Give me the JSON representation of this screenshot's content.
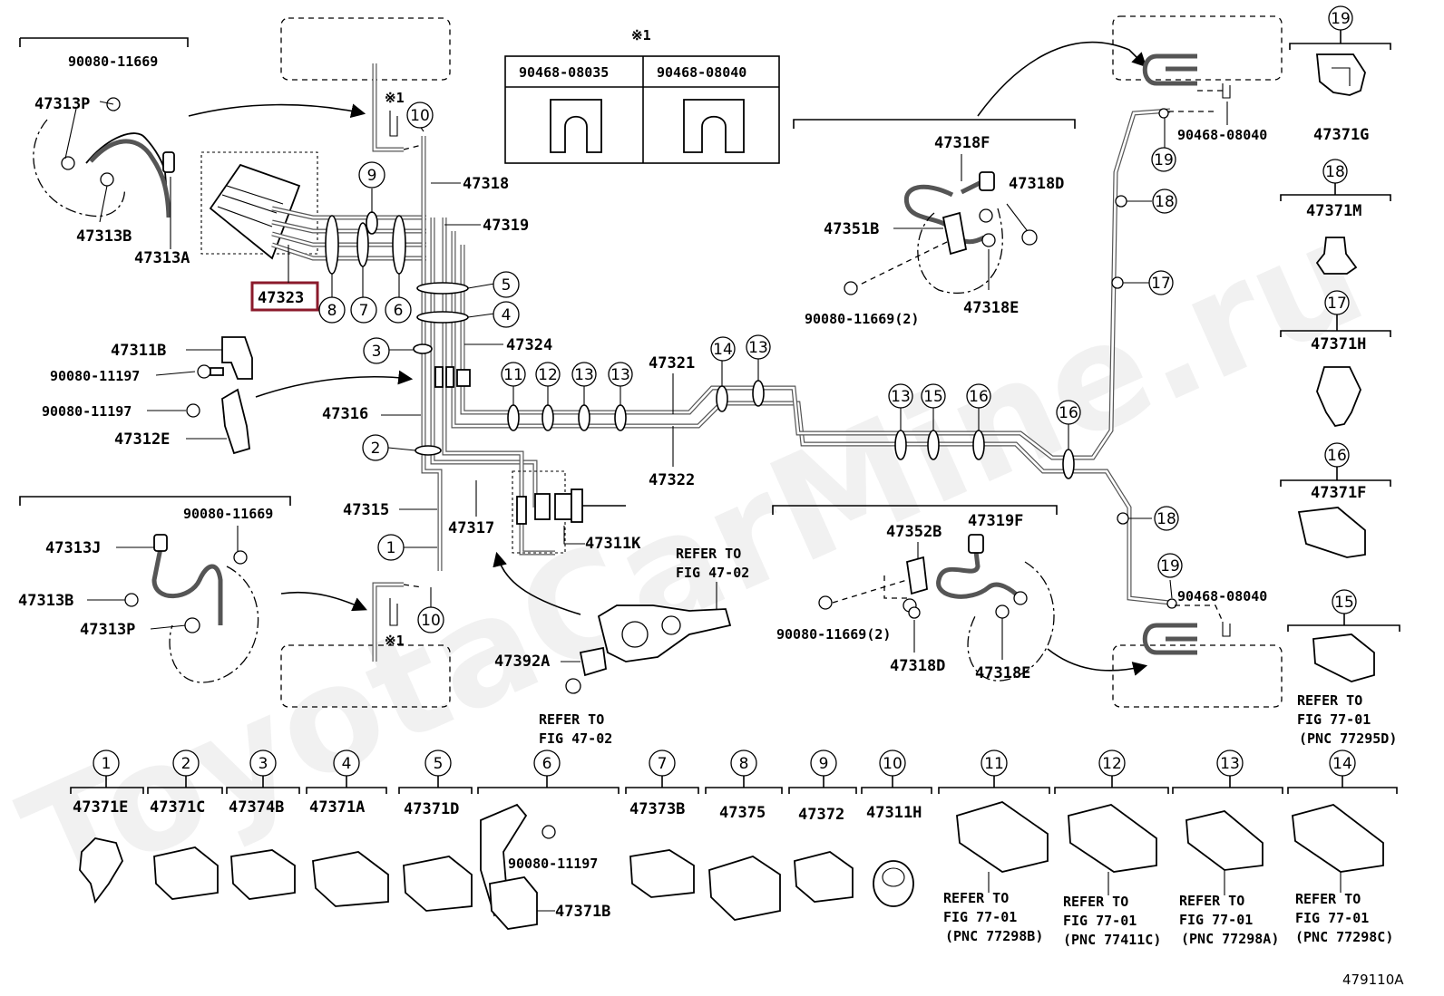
{
  "watermark": "ToyotaCarMine.ru",
  "figure_id": "479110A",
  "note_mark": "※1",
  "note_mark_small": "※1",
  "clip_table": {
    "col1": "90468-08035",
    "col2": "90468-08040"
  },
  "labels": {
    "p90080_11669_a": "90080-11669",
    "p47313P_a": "47313P",
    "p47313B_a": "47313B",
    "p47313A": "47313A",
    "p47323": "47323",
    "p47318": "47318",
    "p47319": "47319",
    "p47324": "47324",
    "p47311B": "47311B",
    "p90080_11197_a": "90080-11197",
    "p90080_11197_b": "90080-11197",
    "p47312E": "47312E",
    "p47316": "47316",
    "p47315": "47315",
    "p47317": "47317",
    "p47311K": "47311K",
    "p47321": "47321",
    "p47322": "47322",
    "p90080_11669_b": "90080-11669",
    "p47313J": "47313J",
    "p47313B_b": "47313B",
    "p47313P_b": "47313P",
    "refer_47_02_a1": "REFER TO",
    "refer_47_02_a2": "FIG 47-02",
    "p47392A": "47392A",
    "refer_47_02_b1": "REFER TO",
    "refer_47_02_b2": "FIG 47-02",
    "p47318F": "47318F",
    "p47318D_a": "47318D",
    "p47351B": "47351B",
    "p90080_11669_2a": "90080-11669(2)",
    "p47318E_a": "47318E",
    "p90468_08040_a": "90468-08040",
    "p90468_08040_b": "90468-08040",
    "p47352B": "47352B",
    "p47319F": "47319F",
    "p90080_11669_2b": "90080-11669(2)",
    "p47318D_b": "47318D",
    "p47318E_b": "47318E",
    "p47371G": "47371G",
    "p47371M": "47371M",
    "p47371H": "47371H",
    "p47371F": "47371F",
    "refer_77_01_15a": "REFER TO",
    "refer_77_01_15b": "FIG 77-01",
    "refer_77_01_15c": "(PNC 77295D)"
  },
  "callouts": [
    "1",
    "2",
    "3",
    "4",
    "5",
    "6",
    "7",
    "8",
    "9",
    "10",
    "11",
    "12",
    "13",
    "14",
    "15",
    "16",
    "17",
    "18",
    "19"
  ],
  "legend": [
    {
      "num": "1",
      "part": "47371E"
    },
    {
      "num": "2",
      "part": "47371C"
    },
    {
      "num": "3",
      "part": "47374B"
    },
    {
      "num": "4",
      "part": "47371A"
    },
    {
      "num": "5",
      "part": "47371D"
    },
    {
      "num": "6",
      "part": "47371B",
      "extra": "90080-11197"
    },
    {
      "num": "7",
      "part": "47373B"
    },
    {
      "num": "8",
      "part": "47375"
    },
    {
      "num": "9",
      "part": "47372"
    },
    {
      "num": "10",
      "part": "47311H"
    },
    {
      "num": "11",
      "ref1": "REFER TO",
      "ref2": "FIG 77-01",
      "ref3": "(PNC 77298B)"
    },
    {
      "num": "12",
      "ref1": "REFER TO",
      "ref2": "FIG 77-01",
      "ref3": "(PNC 77411C)"
    },
    {
      "num": "13",
      "ref1": "REFER TO",
      "ref2": "FIG 77-01",
      "ref3": "(PNC 77298A)"
    },
    {
      "num": "14",
      "ref1": "REFER TO",
      "ref2": "FIG 77-01",
      "ref3": "(PNC 77298C)"
    }
  ]
}
